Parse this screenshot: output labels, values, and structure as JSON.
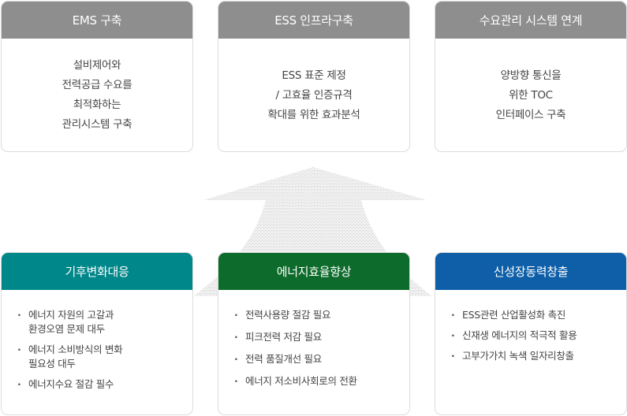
{
  "colors": {
    "top_header": "#8e8e8e",
    "climate_header": "#00878a",
    "energy_header": "#0d6b2b",
    "growth_header": "#0e5fa8"
  },
  "top_cards": [
    {
      "title": "EMS 구축",
      "lines": [
        "설비제어와",
        "전력공급 수요를",
        "최적화하는",
        "관리시스템 구축"
      ]
    },
    {
      "title": "ESS 인프라구축",
      "lines": [
        "ESS 표준 제정",
        "/ 고효율 인증규격",
        "확대를 위한 효과분석"
      ]
    },
    {
      "title": "수요관리 시스템 연계",
      "lines": [
        "양방향 통신을",
        "위한 TOC",
        "인터페이스 구축"
      ]
    }
  ],
  "bottom_cards": [
    {
      "title": "기후변화대응",
      "items": [
        "에너지 자원의 고갈과\n환경오염 문제 대두",
        "에너지 소비방식의 변화\n필요성 대두",
        "에너지수요 절감 필수"
      ]
    },
    {
      "title": "에너지효율향상",
      "items": [
        "전력사용량 절감 필요",
        "피크전력 저감 필요",
        "전력 품질개선 필요",
        "에너지 저소비사회로의 전환"
      ]
    },
    {
      "title": "신성장동력창출",
      "items": [
        "ESS관련 산업활성화 촉진",
        "신재생 에너지의 적극적 활용",
        "고부가가치 녹색 일자리창출"
      ]
    }
  ]
}
